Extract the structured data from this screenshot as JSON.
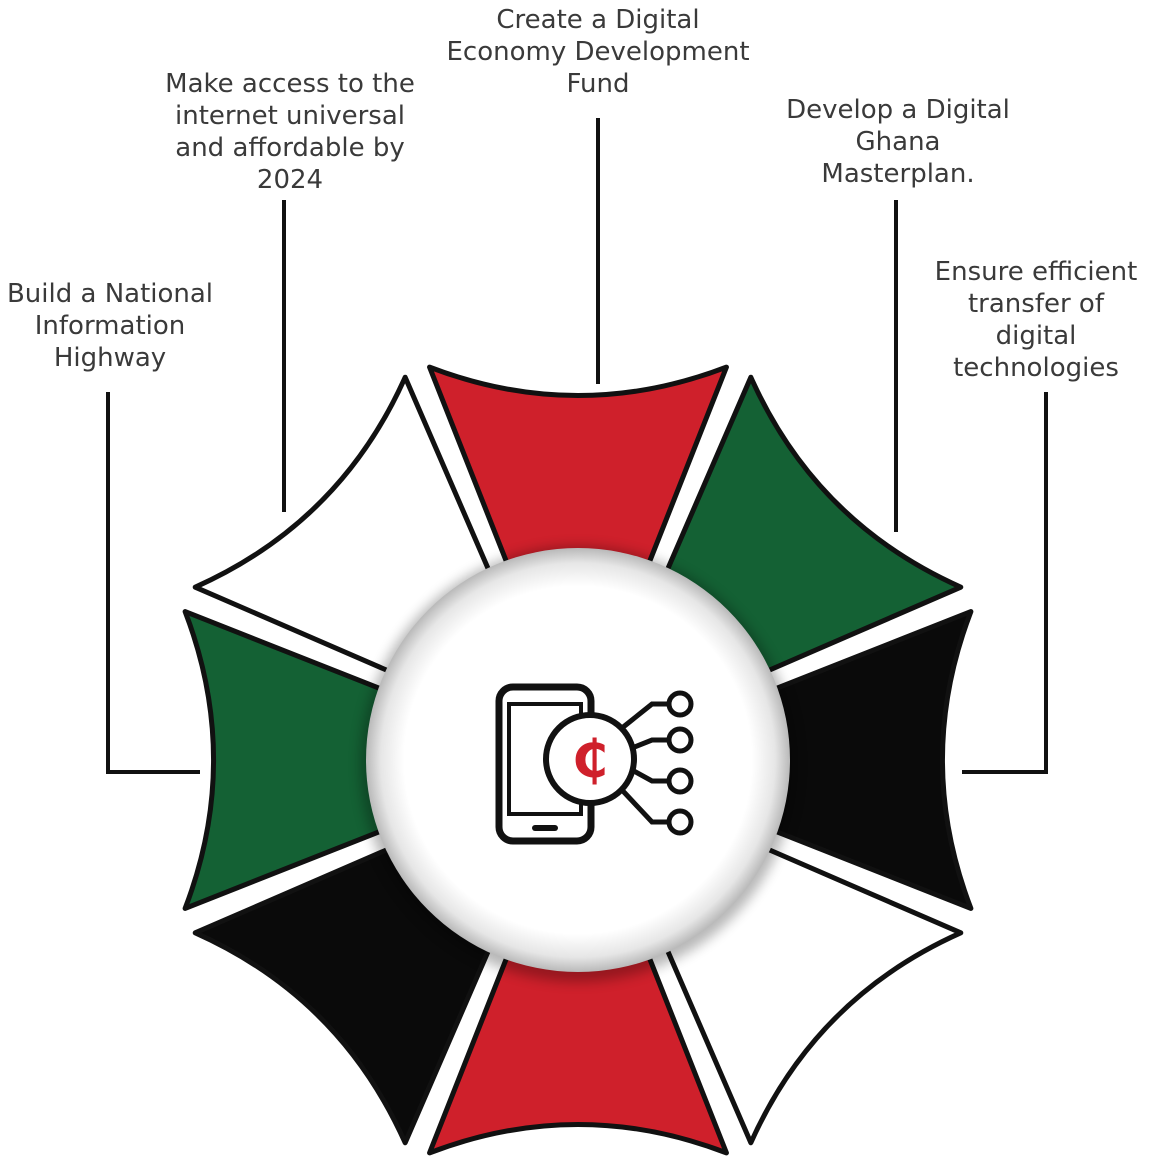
{
  "colors": {
    "red": "#cf202b",
    "green": "#146134",
    "black": "#0a0a0a",
    "white": "#ffffff",
    "outline": "#111111",
    "text": "#3a3a3a",
    "cedi_symbol": "#cf202b"
  },
  "segments": [
    {
      "name": "top",
      "fill": "red"
    },
    {
      "name": "upper-right",
      "fill": "green"
    },
    {
      "name": "right",
      "fill": "black"
    },
    {
      "name": "lower-right",
      "fill": "white"
    },
    {
      "name": "bottom",
      "fill": "red"
    },
    {
      "name": "lower-left",
      "fill": "black"
    },
    {
      "name": "left",
      "fill": "green"
    },
    {
      "name": "upper-left",
      "fill": "white"
    }
  ],
  "center_icon": {
    "icon": "mobile-money-network-icon",
    "symbol": "₵"
  },
  "callouts": [
    {
      "id": "national-information-highway",
      "lines": [
        "Build a National",
        "Information",
        "Highway"
      ]
    },
    {
      "id": "universal-internet-access",
      "lines": [
        "Make access to the",
        "internet universal",
        "and affordable by",
        "2024"
      ]
    },
    {
      "id": "digital-economy-fund",
      "lines": [
        "Create a Digital",
        "Economy Development",
        "Fund"
      ]
    },
    {
      "id": "digital-ghana-masterplan",
      "lines": [
        "Develop a Digital",
        "Ghana",
        "Masterplan."
      ]
    },
    {
      "id": "digital-technology-transfer",
      "lines": [
        "Ensure efficient",
        "transfer of",
        "digital",
        "technologies"
      ]
    }
  ]
}
